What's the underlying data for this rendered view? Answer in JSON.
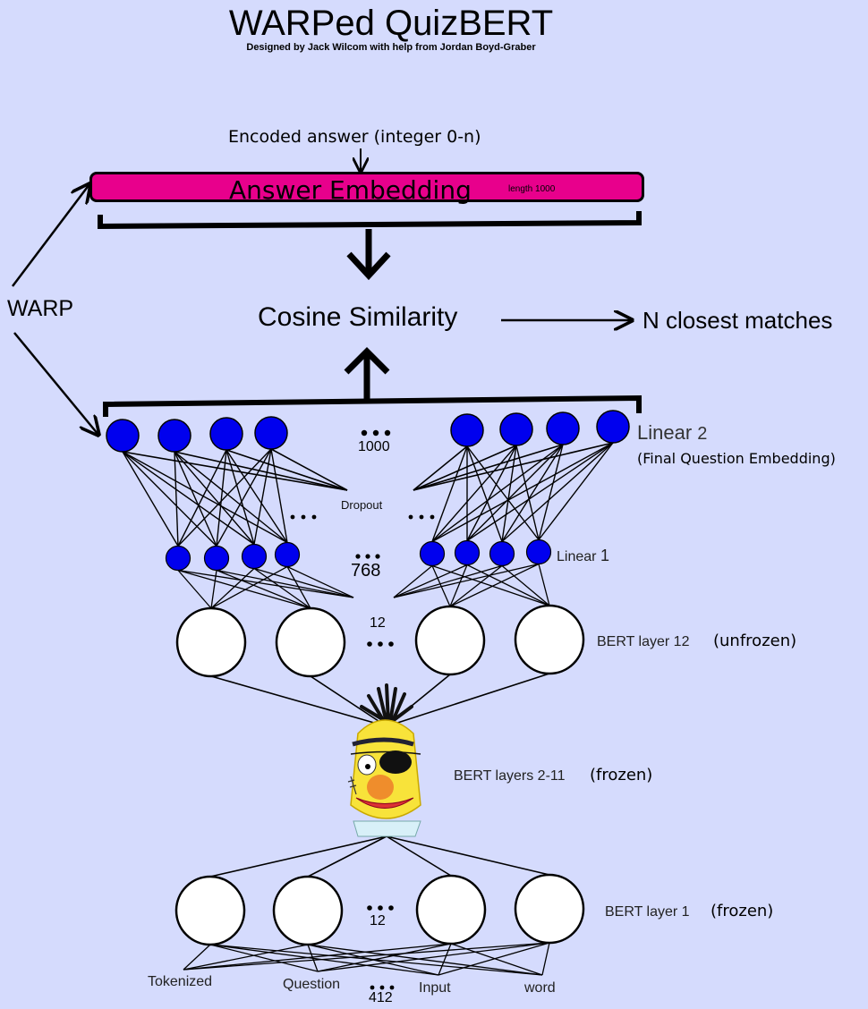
{
  "header": {
    "title": "WARPed QuizBERT",
    "subtitle": "Designed by Jack Wilcom with help from Jordan Boyd-Graber"
  },
  "answer": {
    "input_label": "Encoded answer (integer 0-n)",
    "embedding_label": "Answer Embedding",
    "length_label": "length 1000"
  },
  "warp_label": "WARP",
  "similarity": {
    "label": "Cosine Similarity",
    "output_label": "N closest matches"
  },
  "linear2": {
    "label": "Linear",
    "subscript": "2",
    "description": "(Final Question Embedding)",
    "dimension": "1000"
  },
  "dropout_label": "Dropout",
  "linear1": {
    "label": "Linear",
    "subscript": "1",
    "dimension": "768"
  },
  "bert12": {
    "label": "BERT layer 12",
    "status": "(unfrozen)",
    "dimension": "12"
  },
  "bert_middle": {
    "label": "BERT layers 2-11",
    "status": "(frozen)",
    "icon": "pirate-bert-icon"
  },
  "bert1": {
    "label": "BERT layer 1",
    "status": "(frozen)",
    "dimension": "12"
  },
  "tokens": {
    "words": [
      "Tokenized",
      "Question",
      "Input",
      "word"
    ],
    "dimension": "412"
  },
  "colors": {
    "background": "#d5dbfd",
    "answer_embedding": "#e8008c",
    "neuron": "#0000ee"
  }
}
